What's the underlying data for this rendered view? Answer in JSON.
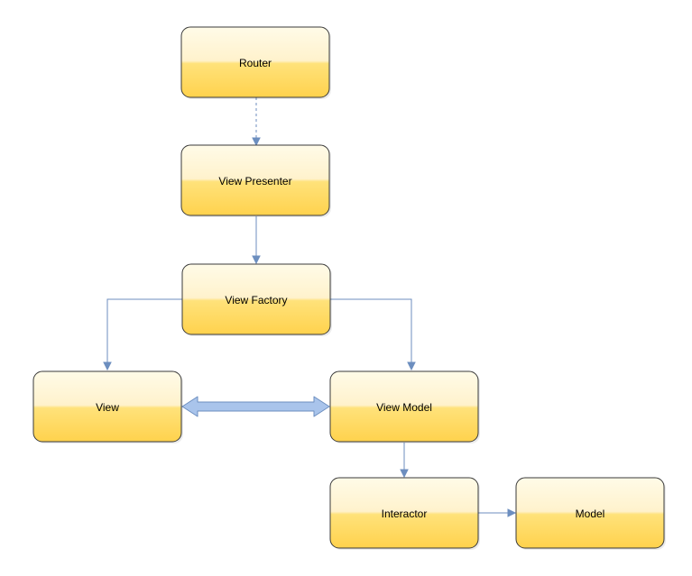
{
  "nodes": {
    "router": "Router",
    "view_presenter": "View Presenter",
    "view_factory": "View Factory",
    "view": "View",
    "view_model": "View Model",
    "interactor": "Interactor",
    "model": "Model"
  },
  "colors": {
    "node_fill_top": "#fff2cc",
    "node_fill_bottom": "#ffd966",
    "node_stroke": "#3a3a3a",
    "connector": "#6c8ebf",
    "bidirectional_fill": "#a9c4eb"
  }
}
